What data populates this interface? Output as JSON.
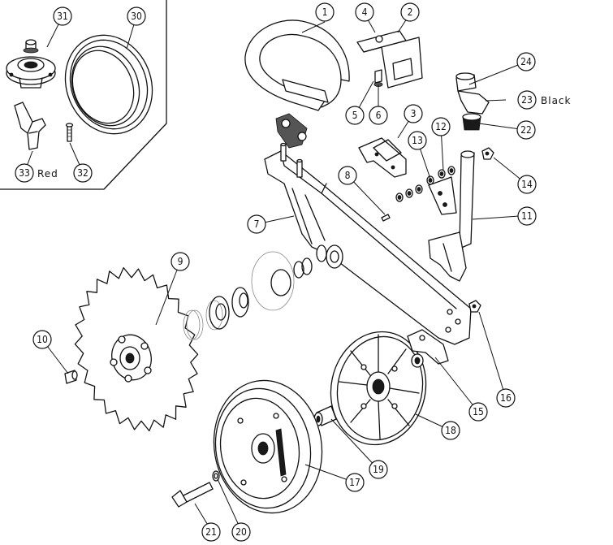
{
  "diagram": {
    "callouts": [
      {
        "id": "c1",
        "label": "1"
      },
      {
        "id": "c2",
        "label": "2"
      },
      {
        "id": "c3",
        "label": "3"
      },
      {
        "id": "c4",
        "label": "4"
      },
      {
        "id": "c5",
        "label": "5"
      },
      {
        "id": "c6",
        "label": "6"
      },
      {
        "id": "c7",
        "label": "7"
      },
      {
        "id": "c8",
        "label": "8"
      },
      {
        "id": "c9",
        "label": "9"
      },
      {
        "id": "c10",
        "label": "10"
      },
      {
        "id": "c11",
        "label": "11"
      },
      {
        "id": "c12",
        "label": "12"
      },
      {
        "id": "c13",
        "label": "13"
      },
      {
        "id": "c14",
        "label": "14"
      },
      {
        "id": "c15",
        "label": "15"
      },
      {
        "id": "c16",
        "label": "16"
      },
      {
        "id": "c17",
        "label": "17"
      },
      {
        "id": "c18",
        "label": "18"
      },
      {
        "id": "c19",
        "label": "19"
      },
      {
        "id": "c20",
        "label": "20"
      },
      {
        "id": "c21",
        "label": "21"
      },
      {
        "id": "c22",
        "label": "22"
      },
      {
        "id": "c23",
        "label": "23"
      },
      {
        "id": "c24",
        "label": "24"
      },
      {
        "id": "c30",
        "label": "30"
      },
      {
        "id": "c31",
        "label": "31"
      },
      {
        "id": "c32",
        "label": "32"
      },
      {
        "id": "c33",
        "label": "33"
      }
    ],
    "notes": {
      "black": "Black",
      "red": "Red"
    }
  }
}
